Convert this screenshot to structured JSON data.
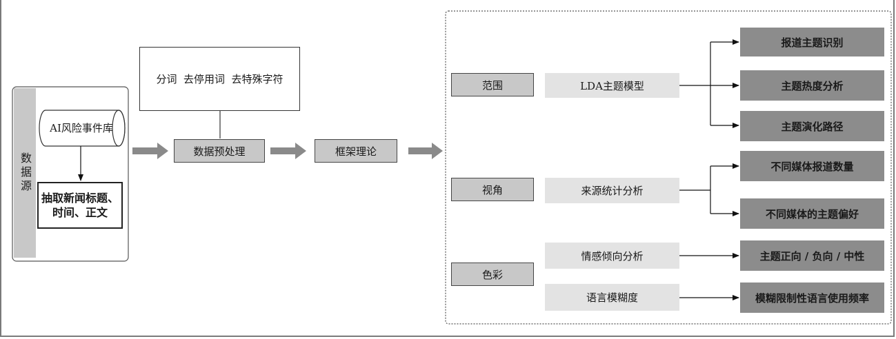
{
  "source_label": "数据源",
  "database_label": "AI风险事件库",
  "extract_label": "抽取新闻标题、时间、正文",
  "preprocess_steps": "分词  去停用词  去特殊字符",
  "preprocess_label": "数据预处理",
  "framework_label": "框架理论",
  "dimensions": [
    {
      "label": "范围",
      "methods": [
        {
          "label": "LDA主题模型",
          "outputs": [
            "报道主题识别",
            "主题热度分析",
            "主题演化路径"
          ]
        }
      ]
    },
    {
      "label": "视角",
      "methods": [
        {
          "label": "来源统计分析",
          "outputs": [
            "不同媒体报道数量",
            "不同媒体的主题偏好"
          ]
        }
      ]
    },
    {
      "label": "色彩",
      "methods": [
        {
          "label": "情感倾向分析",
          "outputs": [
            "主题正向 / 负向 / 中性"
          ]
        },
        {
          "label": "语言模糊度",
          "outputs": [
            "模糊限制性语言使用频率"
          ]
        }
      ]
    }
  ],
  "colors": {
    "light_box": "#e3e3e3",
    "mid_box": "#c8c8c8",
    "dark_box": "#8c8c8c",
    "arrow": "#8a8a8a"
  }
}
